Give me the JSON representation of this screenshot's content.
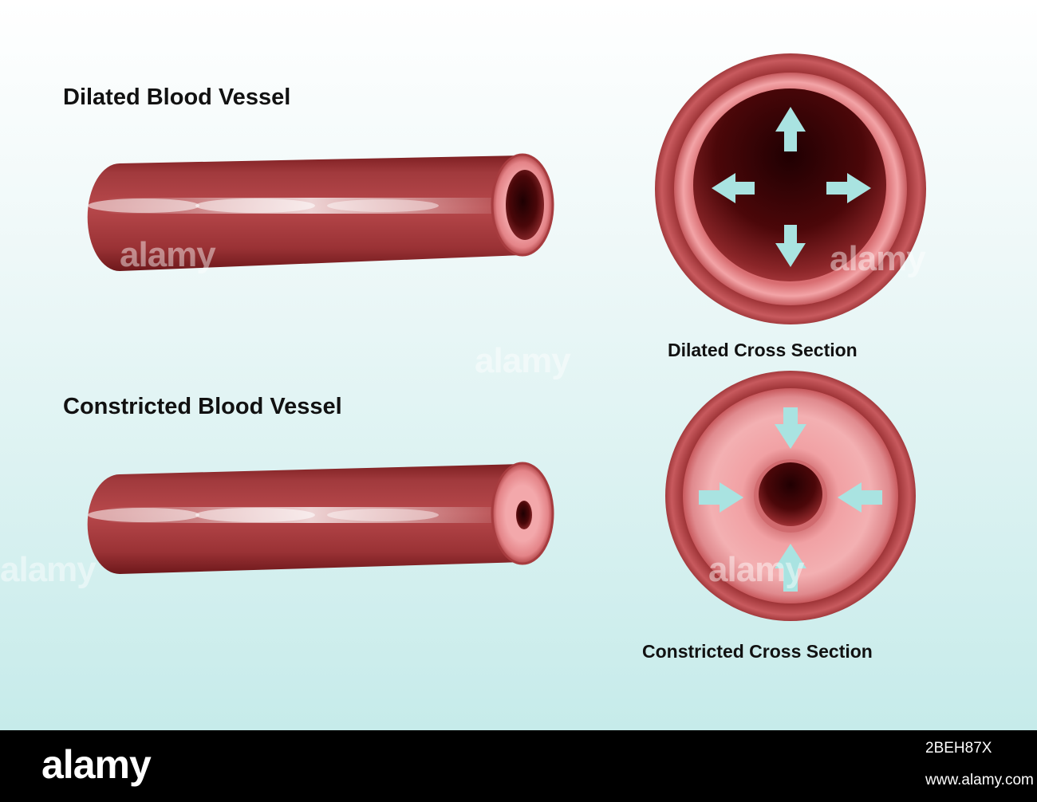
{
  "diagram": {
    "dilated": {
      "title": "Dilated Blood Vessel",
      "cross_section_caption": "Dilated Cross Section"
    },
    "constricted": {
      "title": "Constricted Blood Vessel",
      "cross_section_caption": "Constricted Cross Section"
    },
    "arrows": {
      "dilated_direction": "outward",
      "constricted_direction": "inward"
    }
  },
  "watermark": {
    "brand": "alamy",
    "image_id": "2BEH87X",
    "url": "www.alamy.com"
  },
  "colors": {
    "vessel_dark": "#8f2a2c",
    "vessel_mid": "#b8474a",
    "vessel_inner_pink": "#e78c90",
    "lumen_dark": "#3e0406",
    "arrow": "#a9e3e1",
    "background_top": "#ffffff",
    "background_bottom": "#c6ebea",
    "footer": "#000000"
  }
}
